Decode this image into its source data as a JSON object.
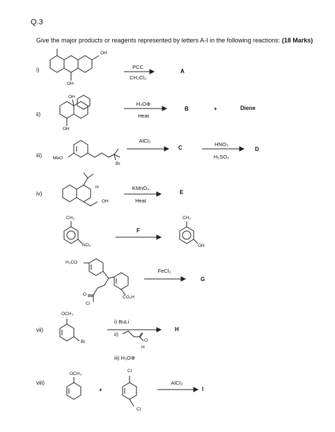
{
  "header": {
    "question": "Q.3",
    "instruction": "Give the major products or reagents represented by letters A-I in the following reactions:",
    "marks": "(18 Marks)"
  },
  "reactions": [
    {
      "label": "i)",
      "reagent_top": "PCC",
      "reagent_bottom": "CH₂Cl₂",
      "product": "A",
      "atoms": {
        "oh_top": "OH",
        "oh_bottom": "OH"
      }
    },
    {
      "label": "ii)",
      "reagent_top": "H₃O⊕",
      "reagent_bottom": "Heat",
      "product": "B",
      "plus": "+",
      "coproduct": "Diene",
      "atoms": {
        "oh_top": "OH",
        "oh_bottom": "OH"
      }
    },
    {
      "label": "iii)",
      "reagent_top": "AlCl₃",
      "product": "C",
      "reagent2_top": "HNO₃",
      "reagent2_bottom": "H₂SO₄",
      "product2": "D",
      "atoms": {
        "meo": "MeO",
        "br": "Br"
      }
    },
    {
      "label": "iv)",
      "reagent_top": "KMnO₄",
      "reagent_bottom": "Heat",
      "product": "E",
      "atoms": {
        "h": "H",
        "oh": "OH"
      }
    },
    {
      "label": "",
      "reagent_top": "F",
      "atoms": {
        "ch3": "CH₃",
        "no2": "NO₂",
        "ch3_p": "CH₃",
        "oh_p": "OH"
      }
    },
    {
      "label": "",
      "reagent_top": "FeCl₃",
      "product": "G",
      "atoms": {
        "h3co": "H₃CO",
        "cl": "Cl",
        "co2h": "CO₂H"
      }
    },
    {
      "label": "vii)",
      "reagent_1": "i) BuLi",
      "reagent_2": "ii)",
      "reagent_3": "iii) H₃O⊕",
      "product": "H",
      "atoms": {
        "och3": "OCH₃",
        "br": "Br",
        "h": "H",
        "o": "O"
      }
    },
    {
      "label": "viii)",
      "plus": "+",
      "reagent_top": "AlCl₃",
      "product": "I",
      "atoms": {
        "och3": "OCH₃",
        "cl_top": "Cl",
        "cl_bottom": "Cl"
      }
    }
  ]
}
